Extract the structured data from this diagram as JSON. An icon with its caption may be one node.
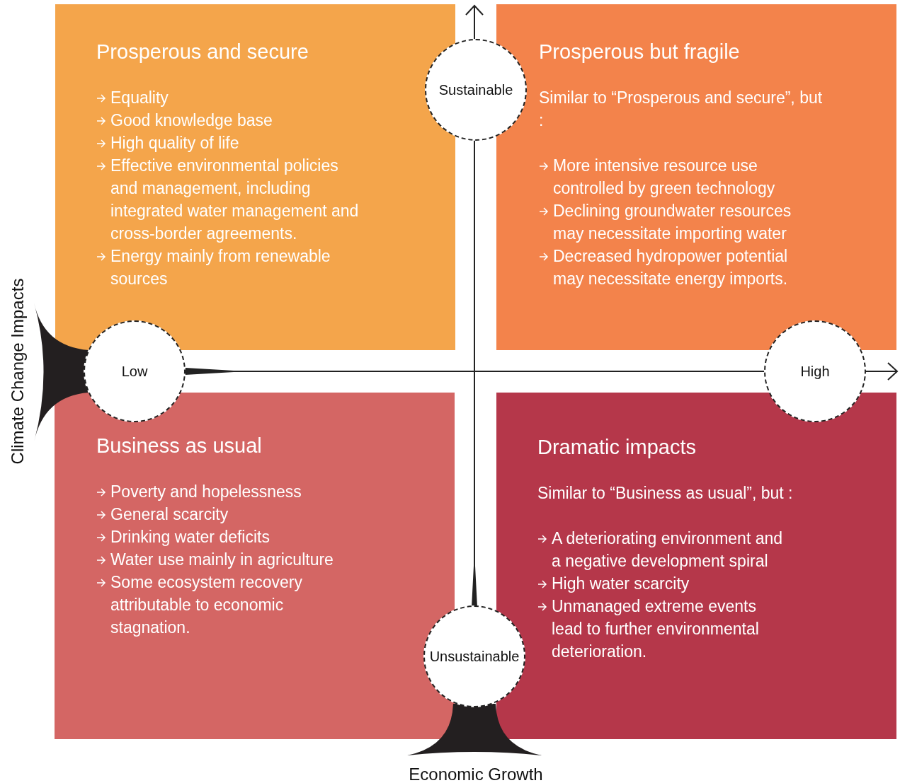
{
  "diagram": {
    "nodes": [
      {
        "text": [
          "Prosperous and secure",
          "Equality",
          "Good knowledge base",
          "High quality of life",
          "Effective environmental policies and management, including integrated water management and cross-border agreements.",
          "Energy mainly from renewable sources"
        ]
      },
      {
        "text": [
          "Prosperous but fragile",
          "Similar to “Prosperous and secure”, but :",
          "More intensive resource use controlled by green technology",
          "Declining groundwater resources may necessitate importing water",
          "Decreased hydropower potential may necessitate energy imports."
        ]
      },
      {
        "text": [
          "Business as usual",
          "Poverty and hopelessness",
          "General scarcity",
          "Drinking water deficits",
          "Water use mainly in agriculture",
          "Some ecosystem recovery attributable to economic stagnation."
        ]
      },
      {
        "text": [
          "Dramatic impacts",
          "Similar to “Business as usual”, but :",
          "A deteriorating environment and a negative development spiral",
          "High water scarcity",
          "Unmanaged extreme events lead to further environmental deterioration."
        ]
      },
      {
        "text": [
          "Sustainable"
        ]
      },
      {
        "text": [
          "Low"
        ]
      },
      {
        "text": [
          "High"
        ]
      },
      {
        "text": [
          "Unsustainable"
        ]
      }
    ],
    "labels": [
      "Climate Change Impacts",
      "Economic Growth"
    ]
  }
}
